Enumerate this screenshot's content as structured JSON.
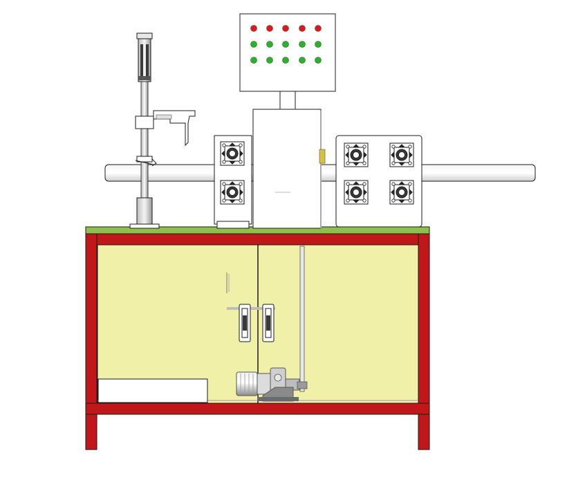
{
  "drawing": {
    "subject": "machine-front-elevation",
    "colors": {
      "frame_red": "#c0181a",
      "tabletop_green": "#8fc14a",
      "door_panel": "#f0f0a8",
      "indicator_red": "#e01818",
      "indicator_green": "#28b428",
      "line": "#1a1a1a",
      "metal_light": "#e8e8e8",
      "metal_mid": "#bdbdbd",
      "metal_dark": "#8a8a8a"
    },
    "control_panel": {
      "indicator_rows": [
        {
          "color": "red",
          "count": 5
        },
        {
          "color": "green",
          "count": 5
        },
        {
          "color": "green",
          "count": 5
        }
      ]
    },
    "bearing_blocks": {
      "left_housing_count": 2,
      "right_housing_count": 4
    },
    "cabinet": {
      "door_count": 2,
      "door_handles": 2
    }
  }
}
